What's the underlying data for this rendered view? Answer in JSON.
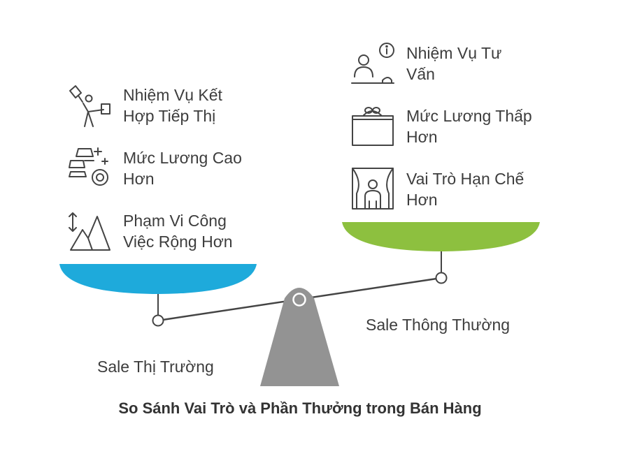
{
  "title": "So Sánh Vai Trò và Phần Thưởng trong Bán Hàng",
  "colors": {
    "left_pan": "#1eaadb",
    "right_pan": "#8dc03f",
    "fulcrum": "#939393",
    "line": "#444444",
    "text": "#3d3d3d"
  },
  "left": {
    "label": "Sale Thị Trường",
    "items": [
      {
        "icon": "worker-with-flag-icon",
        "line1": "Nhiệm Vụ Kết",
        "line2": "Hợp Tiếp Thị"
      },
      {
        "icon": "gold-bars-coin-icon",
        "line1": "Mức Lương Cao",
        "line2": "Hơn"
      },
      {
        "icon": "mountain-range-icon",
        "line1": "Phạm Vi Công",
        "line2": "Việc Rộng Hơn"
      }
    ]
  },
  "right": {
    "label": "Sale Thông Thường",
    "items": [
      {
        "icon": "consultant-info-icon",
        "line1": "Nhiệm Vụ Tư",
        "line2": "Vấn"
      },
      {
        "icon": "money-box-icon",
        "line1": "Mức Lương Thấp",
        "line2": "Hơn"
      },
      {
        "icon": "person-stage-curtain-icon",
        "line1": "Vai Trò Hạn Chế",
        "line2": "Hơn"
      }
    ]
  }
}
